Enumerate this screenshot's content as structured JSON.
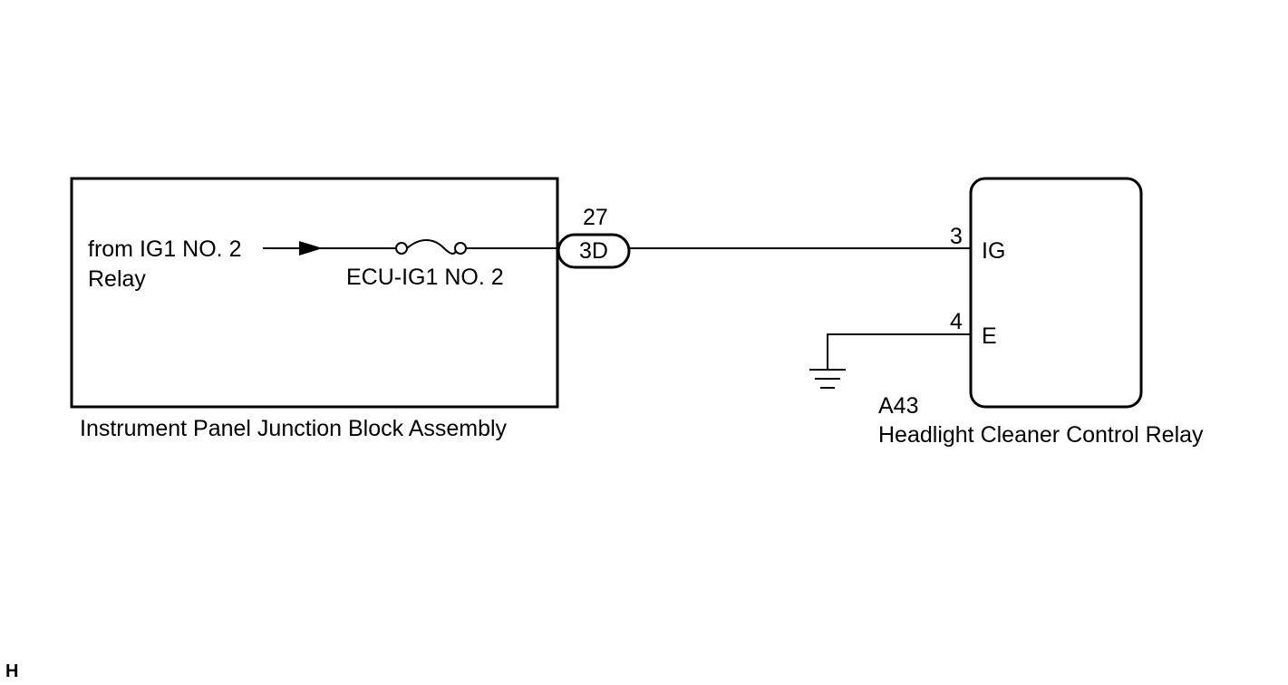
{
  "junction_block": {
    "name": "Instrument Panel Junction Block Assembly",
    "source_line1": "from IG1 NO. 2",
    "source_line2": "Relay",
    "fuse_name": "ECU-IG1 NO. 2"
  },
  "connector": {
    "pin": "27",
    "code": "3D"
  },
  "relay": {
    "connector_id": "A43",
    "name": "Headlight Cleaner Control Relay",
    "pins": [
      {
        "number": "3",
        "label": "IG"
      },
      {
        "number": "4",
        "label": "E"
      }
    ]
  },
  "corner_mark": "H"
}
